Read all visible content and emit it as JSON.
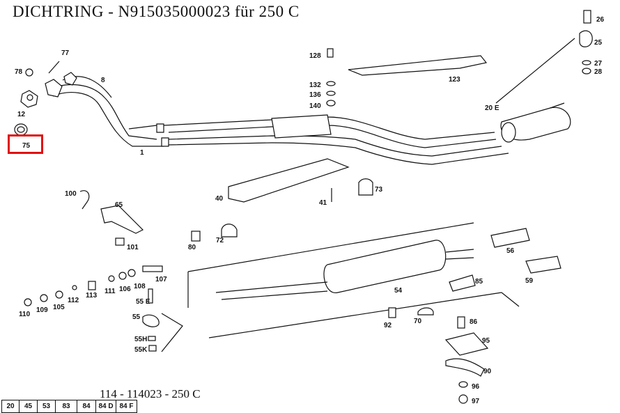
{
  "title": "DICHTRING  - N915035000023 für 250 C",
  "reference": "114 - 114023 - 250 C",
  "highlight_label": "75",
  "part_labels": {
    "p77": "77",
    "p78": "78",
    "p8": "8",
    "p12": "12",
    "p75": "75",
    "p1": "1",
    "p128": "128",
    "p132": "132",
    "p136": "136",
    "p140": "140",
    "p123": "123",
    "p20E": "20 E",
    "p26": "26",
    "p25": "25",
    "p27": "27",
    "p28": "28",
    "p40": "40",
    "p41": "41",
    "p73": "73",
    "p100": "100",
    "p65": "65",
    "p101": "101",
    "p80": "80",
    "p72": "72",
    "p56": "56",
    "p59": "59",
    "p54": "54",
    "p110": "110",
    "p109": "109",
    "p105": "105",
    "p112": "112",
    "p113": "113",
    "p111": "111",
    "p106": "106",
    "p108": "108",
    "p107": "107",
    "p55E": "55 E",
    "p55": "55",
    "p55H": "55H",
    "p55K": "55K",
    "p92": "92",
    "p70": "70",
    "p85": "85",
    "p86": "86",
    "p95": "95",
    "p90": "90",
    "p96": "96",
    "p97": "97"
  },
  "tabs": [
    "20",
    "45",
    "53",
    "83",
    "84",
    "84 D",
    "84 F"
  ],
  "colors": {
    "highlight": "#e01010",
    "ink": "#111111"
  }
}
